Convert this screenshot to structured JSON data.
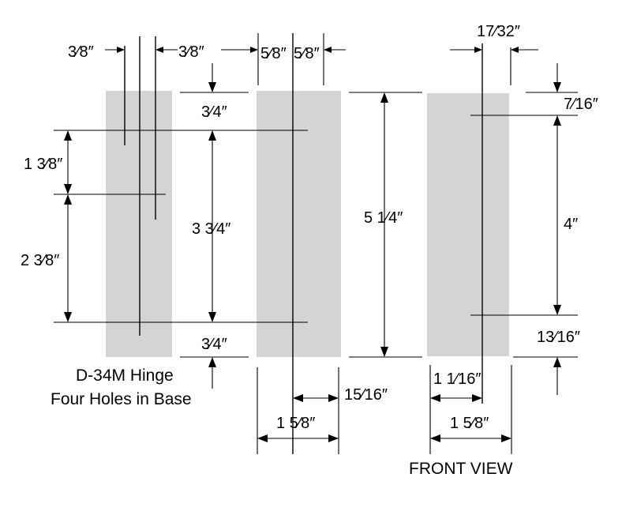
{
  "caption": {
    "line1": "D-34M Hinge",
    "line2": "Four Holes in Base",
    "front_view": "FRONT VIEW"
  },
  "dims": {
    "hole_left_offset": "3⁄8″",
    "hole_right_offset": "3⁄8″",
    "top_spacing": "1 3⁄8″",
    "lower_spacing": "2 3⁄8″",
    "top_margin": "3⁄4″",
    "hole_span": "3 3⁄4″",
    "bottom_margin": "3⁄4″",
    "middle_left_top": "5⁄8″",
    "middle_right_top": "5⁄8″",
    "overall_height": "5 1⁄4″",
    "middle_offset_bottom": "15⁄16″",
    "middle_width": "1 5⁄8″",
    "front_top_offset": "17⁄32″",
    "front_top_margin": "7⁄16″",
    "front_span": "4″",
    "front_bottom_margin": "13⁄16″",
    "front_offset": "1 1⁄16″",
    "front_width": "1 5⁄8″"
  }
}
